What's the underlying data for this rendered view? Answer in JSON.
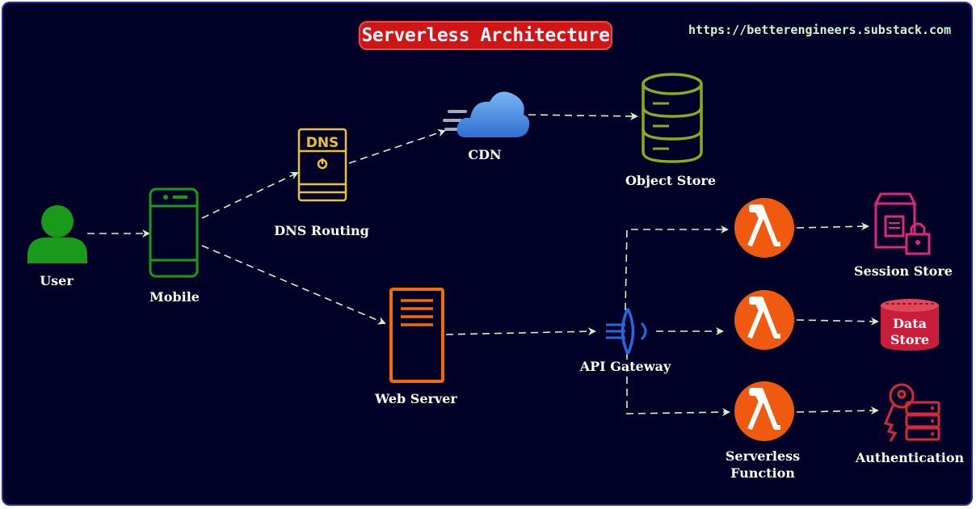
{
  "title": "Serverless Architecture",
  "url": "https://betterengineers.substack.com",
  "nodes": {
    "user": "User",
    "mobile": "Mobile",
    "dns_routing": "DNS Routing",
    "dns_text": "DNS",
    "cdn": "CDN",
    "object_store": "Object Store",
    "web_server": "Web Server",
    "api_gateway": "API Gateway",
    "session_store": "Session Store",
    "data_store_line1": "Data",
    "data_store_line2": "Store",
    "serverless_line1": "Serverless",
    "serverless_line2": "Function",
    "authentication": "Authentication"
  },
  "colors": {
    "background": "#010127",
    "title_bg": "#d01515",
    "url_text": "#cdf8cd",
    "connector": "#cdf3cd",
    "user": "#1a9a1a",
    "mobile": "#1a9a1a",
    "dns": "#e8c42a",
    "cdn": "#4a90e2",
    "object_store": "#8aaa22",
    "web_server": "#f26a0a",
    "api_gateway": "#2a66dd",
    "lambda": "#f05a10",
    "session_store": "#e0287a",
    "data_store": "#c81e3a",
    "authentication": "#d62a3a"
  }
}
